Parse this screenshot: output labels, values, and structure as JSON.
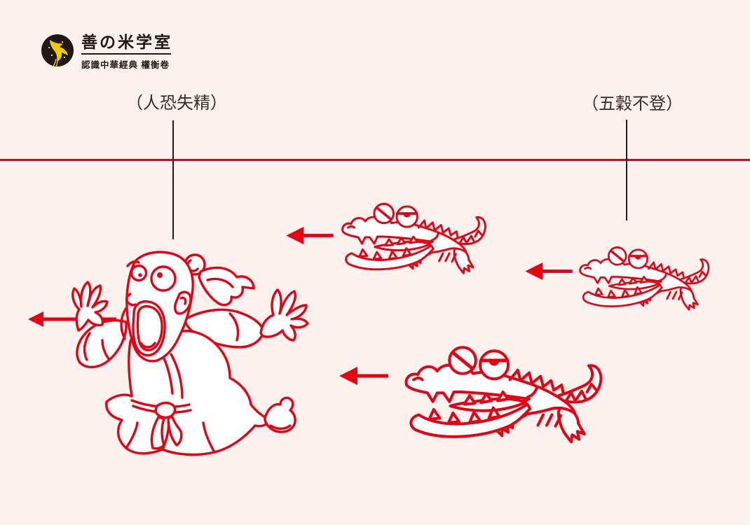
{
  "colors": {
    "bg": "#fdf1ee",
    "red": "#e60012",
    "dark": "#231815",
    "text": "#3a2a28",
    "yellow": "#efca00"
  },
  "logo": {
    "title": "善の米学室",
    "subtitle": "認識中華經典 權衡卷",
    "mark": "swallow-bird-in-dark-circle"
  },
  "annotations": {
    "left_label": "（人恐失精）",
    "right_label": "（五穀不登）"
  },
  "scene": {
    "figures": [
      "fleeing-panicked-man-line-art",
      "crocodile-top-middle",
      "crocodile-right",
      "crocodile-bottom-large"
    ],
    "arrows": [
      "left-arrow-at-man",
      "left-arrow-at-top-crocodile",
      "left-arrow-at-right-crocodile",
      "left-arrow-at-bottom-crocodile"
    ],
    "divider": "red-horizontal-rule",
    "callout_lines": [
      "left-callout-line",
      "right-callout-line"
    ]
  }
}
